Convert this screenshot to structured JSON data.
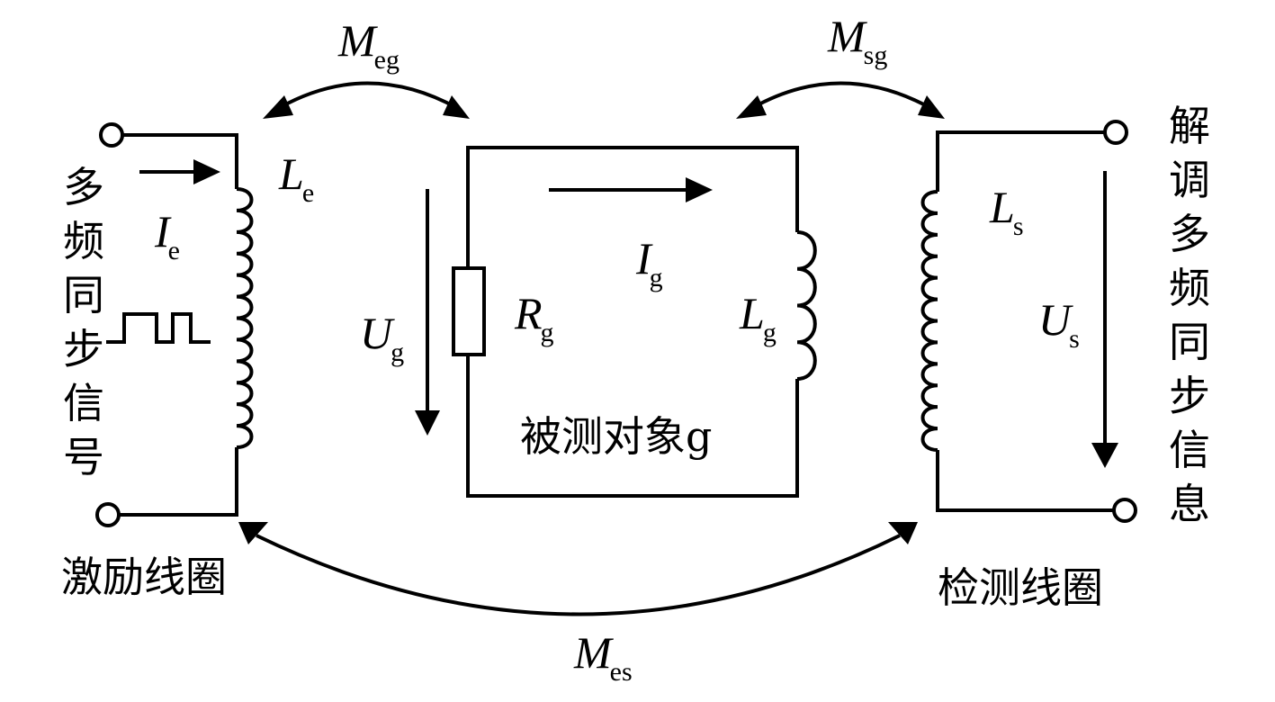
{
  "figure": {
    "labels": {
      "M_eg": {
        "main": "M",
        "sub": "eg"
      },
      "M_sg": {
        "main": "M",
        "sub": "sg"
      },
      "M_es": {
        "main": "M",
        "sub": "es"
      },
      "L_e": {
        "main": "L",
        "sub": "e"
      },
      "I_e": {
        "main": "I",
        "sub": "e"
      },
      "U_g": {
        "main": "U",
        "sub": "g"
      },
      "R_g": {
        "main": "R",
        "sub": "g"
      },
      "I_g": {
        "main": "I",
        "sub": "g"
      },
      "L_g": {
        "main": "L",
        "sub": "g"
      },
      "L_s": {
        "main": "L",
        "sub": "s"
      },
      "U_s": {
        "main": "U",
        "sub": "s"
      }
    },
    "left_vertical_text": [
      "多",
      "频",
      "同",
      "步",
      "信",
      "号"
    ],
    "right_vertical_text": [
      "解",
      "调",
      "多",
      "频",
      "同",
      "步",
      "信",
      "息"
    ],
    "excitation_coil_label": "激励线圈",
    "detection_coil_label": "检测线圈",
    "object_label": "被测对象g"
  },
  "colors": {
    "stroke": "#000000",
    "background": "#ffffff"
  }
}
